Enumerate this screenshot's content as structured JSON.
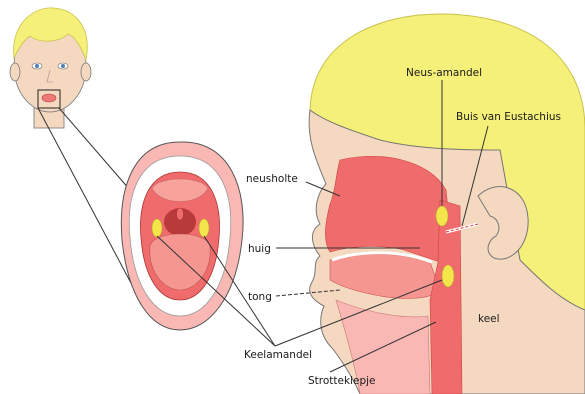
{
  "labels": {
    "neus_amandel": "Neus-amandel",
    "buis_van_eustachius": "Buis van Eustachius",
    "neusholte": "neusholte",
    "huig": "huig",
    "tong": "tong",
    "keel": "keel",
    "keelamandel": "Keelamandel",
    "strotteklepje": "Strotteklepje"
  },
  "colors": {
    "skin": "#f5d8c0",
    "hair": "#f5f07a",
    "tissue": "#f06b6b",
    "tissue_light": "#f9b8b3",
    "tonsil": "#f2e64a",
    "outline": "#444444"
  }
}
